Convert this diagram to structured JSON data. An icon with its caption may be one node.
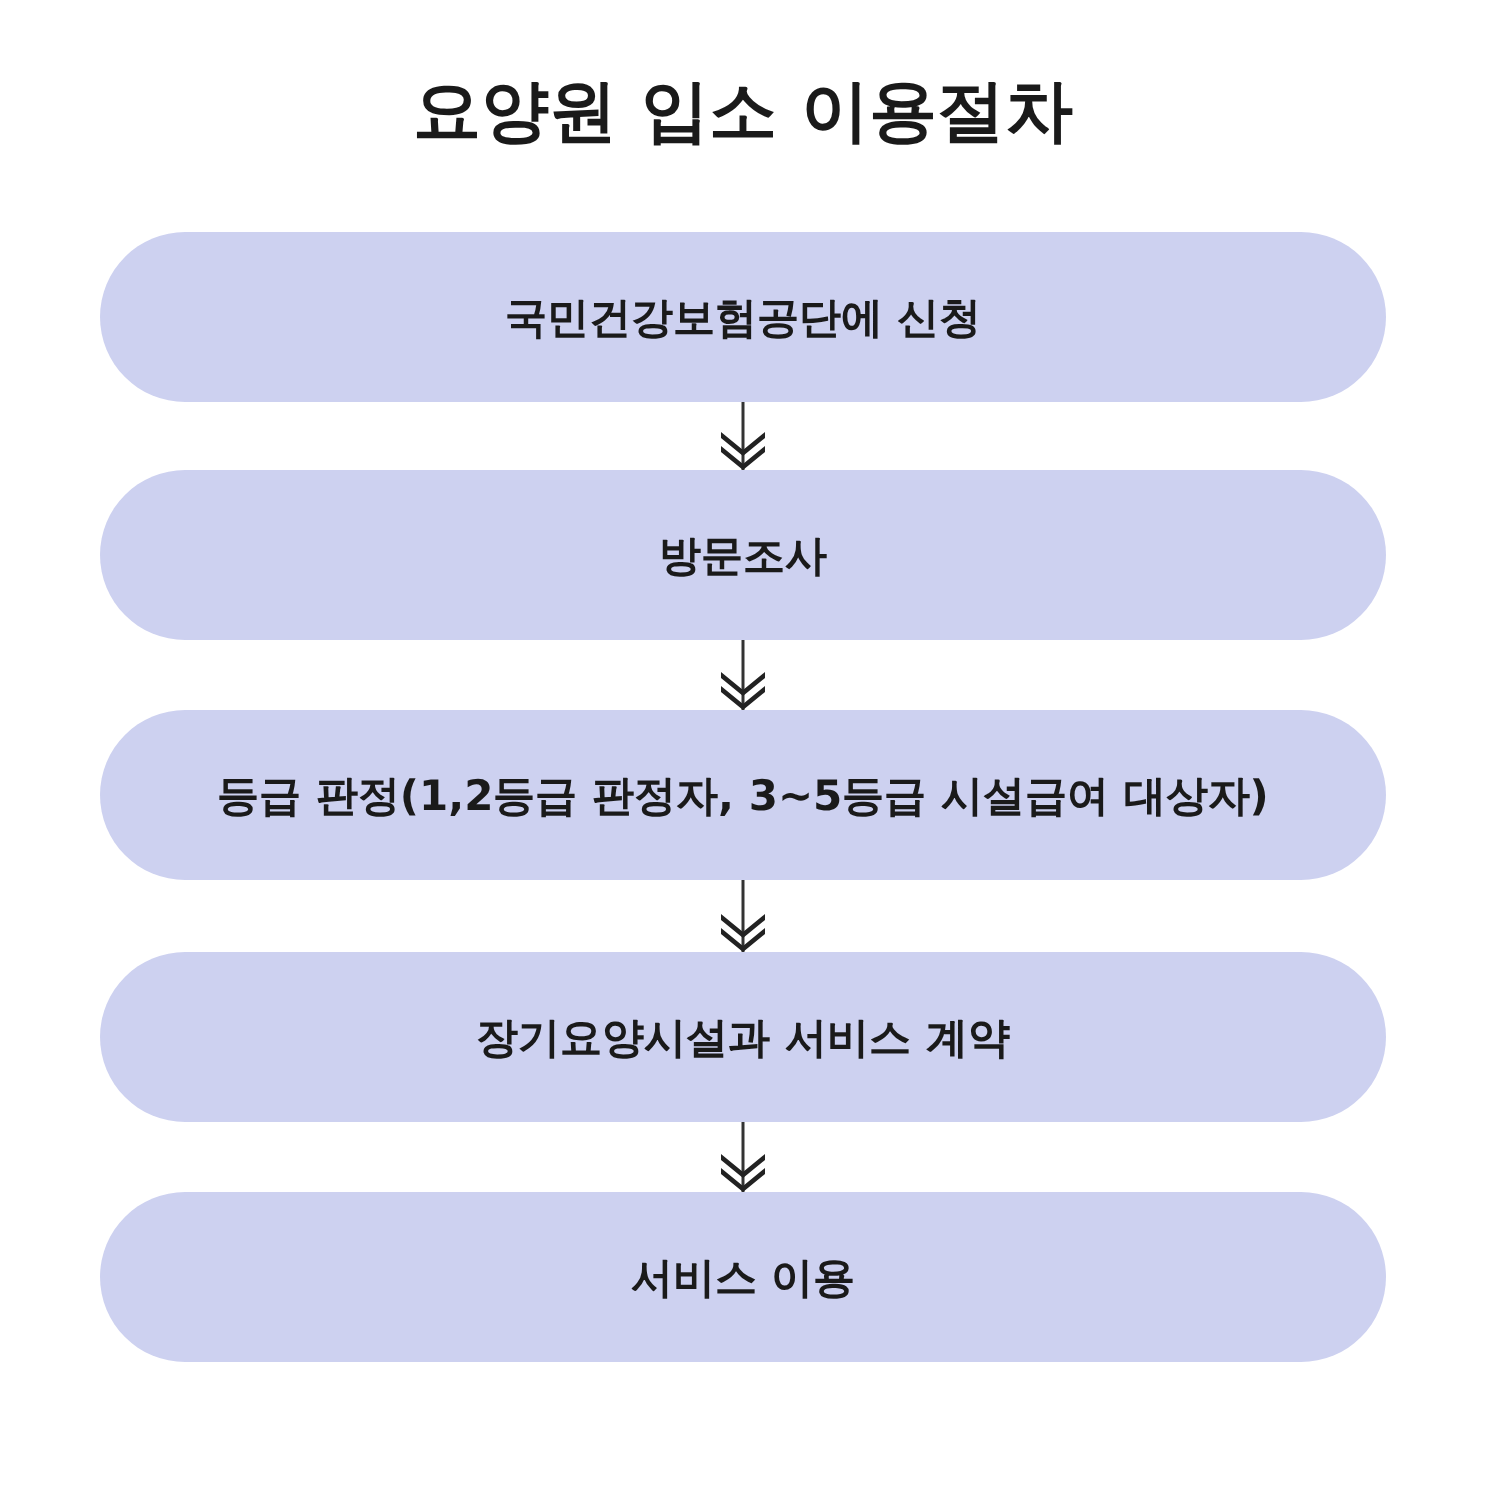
{
  "diagram": {
    "title": "요양원 입소 이용절차",
    "nodes": [
      {
        "text": [
          "국민건강보험공단에 신청"
        ]
      },
      {
        "text": [
          "방문조사"
        ]
      },
      {
        "text": [
          "등급 판정(1,2등급 판정자, 3~5등급 시설급여 대상자)"
        ]
      },
      {
        "text": [
          "장기요양시설과 서비스 계약"
        ]
      },
      {
        "text": [
          "서비스 이용"
        ]
      }
    ],
    "edges": [
      {
        "from": 0,
        "to": 1,
        "arrow": "to"
      },
      {
        "from": 1,
        "to": 2,
        "arrow": "to"
      },
      {
        "from": 2,
        "to": 3,
        "arrow": "to"
      },
      {
        "from": 3,
        "to": 4,
        "arrow": "to"
      }
    ]
  }
}
